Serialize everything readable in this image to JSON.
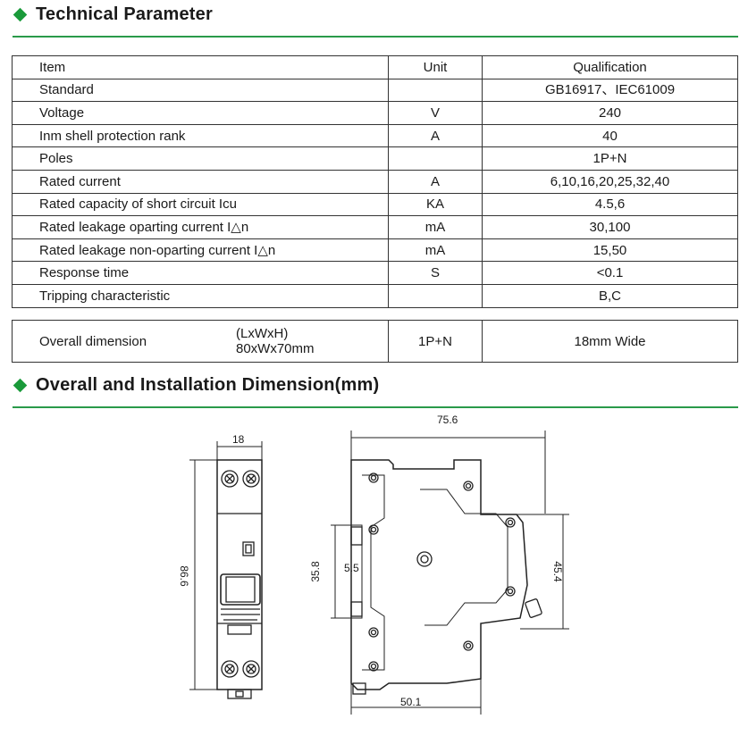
{
  "section1": {
    "title": "Technical Parameter"
  },
  "table": {
    "headers": {
      "item": "Item",
      "unit": "Unit",
      "qualification": "Qualification"
    },
    "rows": [
      {
        "item": "Standard",
        "unit": "",
        "qualification": "GB16917、IEC61009"
      },
      {
        "item": "Voltage",
        "unit": "V",
        "qualification": "240"
      },
      {
        "item": "Inm shell protection rank",
        "unit": "A",
        "qualification": "40"
      },
      {
        "item": "Poles",
        "unit": "",
        "qualification": "1P+N"
      },
      {
        "item": "Rated current",
        "unit": "A",
        "qualification": "6,10,16,20,25,32,40"
      },
      {
        "item": "Rated capacity of short circuit Icu",
        "unit": "KA",
        "qualification": "4.5,6"
      },
      {
        "item": "Rated leakage oparting current I△n",
        "unit": "mA",
        "qualification": "30,100"
      },
      {
        "item": "Rated leakage non-oparting current I△n",
        "unit": "mA",
        "qualification": "15,50"
      },
      {
        "item": "Response time",
        "unit": "S",
        "qualification": "<0.1"
      },
      {
        "item": "Tripping characteristic",
        "unit": "",
        "qualification": "B,C"
      }
    ]
  },
  "overall": {
    "label": "Overall dimension",
    "lwh_label": "(LxWxH)",
    "lwh_value": "80xWx70mm",
    "poles": "1P+N",
    "width": "18mm Wide"
  },
  "section2": {
    "title": "Overall and Installation Dimension(mm)"
  },
  "drawing": {
    "front_width": "18",
    "front_height": "86.6",
    "side_depth": "75.6",
    "rail_height": "35.8",
    "rail_offset": "5.5",
    "side_height": "45.4",
    "bottom_depth": "50.1"
  }
}
